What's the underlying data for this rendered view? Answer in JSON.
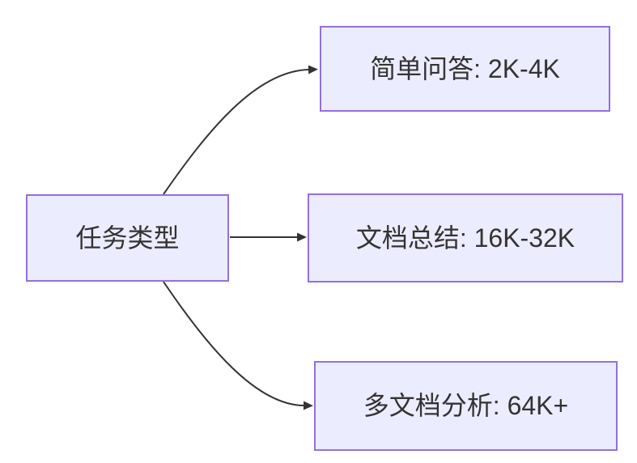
{
  "diagram": {
    "type": "flowchart-left-to-right",
    "background": "#ffffff",
    "colors": {
      "node_fill": "#ECECFF",
      "node_border": "#9370DB",
      "edge": "#333333",
      "text": "#333333"
    },
    "nodes": [
      {
        "id": "task-type",
        "label": "任务类型"
      },
      {
        "id": "simple-qa",
        "label": "简单问答: 2K-4K"
      },
      {
        "id": "doc-summary",
        "label": "文档总结: 16K-32K"
      },
      {
        "id": "multi-doc-analysis",
        "label": "多文档分析: 64K+"
      }
    ],
    "edges": [
      {
        "from": "task-type",
        "to": "simple-qa"
      },
      {
        "from": "task-type",
        "to": "doc-summary"
      },
      {
        "from": "task-type",
        "to": "multi-doc-analysis"
      }
    ]
  }
}
